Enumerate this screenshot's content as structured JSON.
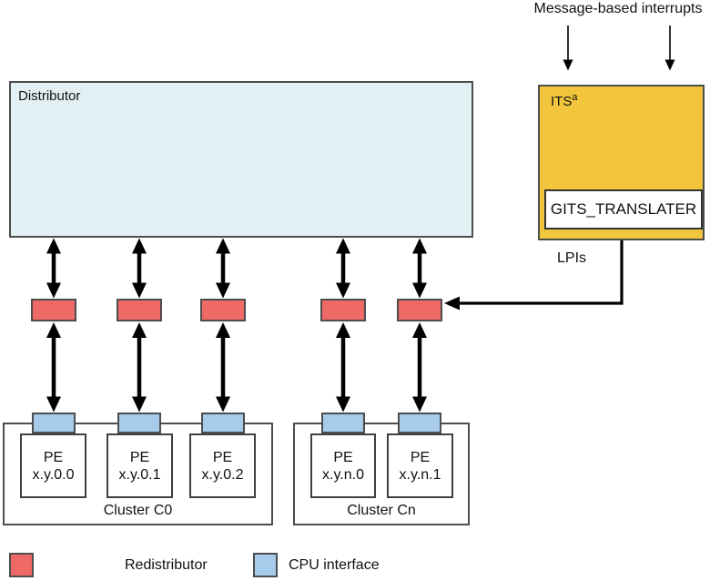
{
  "header": {
    "message_interrupts_label": "Message-based interrupts"
  },
  "distributor": {
    "label": "Distributor"
  },
  "its": {
    "label": "ITS",
    "footnote_marker": "a",
    "translater_label": "GITS_TRANSLATER",
    "lpis_label": "LPIs"
  },
  "clusters": [
    {
      "label": "Cluster C0",
      "pes": [
        {
          "name": "PE",
          "id": "x.y.0.0"
        },
        {
          "name": "PE",
          "id": "x.y.0.1"
        },
        {
          "name": "PE",
          "id": "x.y.0.2"
        }
      ]
    },
    {
      "label": "Cluster Cn",
      "pes": [
        {
          "name": "PE",
          "id": "x.y.n.0"
        },
        {
          "name": "PE",
          "id": "x.y.n.1"
        }
      ]
    }
  ],
  "legend": {
    "items": [
      {
        "label": "Redistributor",
        "color": "#EF6A66"
      },
      {
        "label": "CPU interface",
        "color": "#A7CBEA"
      }
    ]
  },
  "colors": {
    "distributor_fill": "#E3F0F3",
    "its_fill": "#F2C63C",
    "redistributor_fill": "#EF6A66",
    "cpu_interface_fill": "#A7CBEA",
    "box_border": "#4D4D4D",
    "arrow": "#000000"
  }
}
